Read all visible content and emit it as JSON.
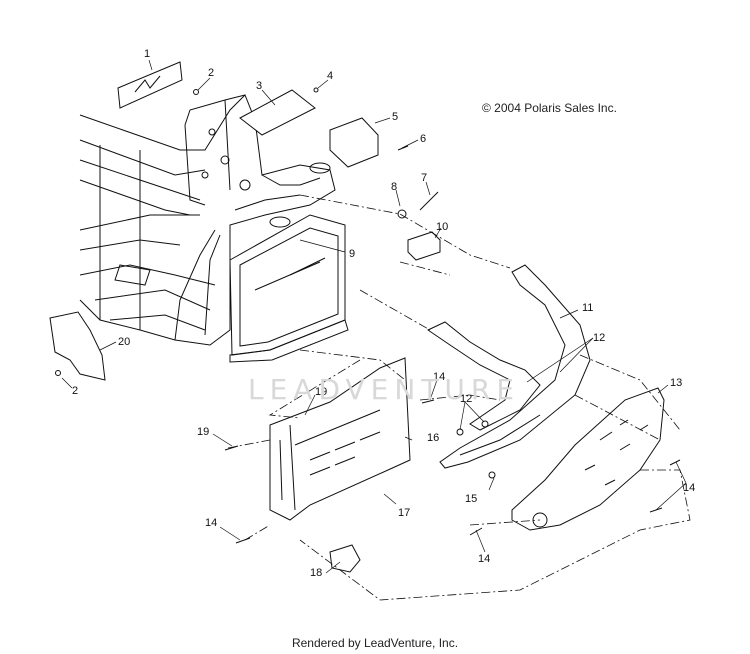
{
  "copyright": "© 2004 Polaris Sales Inc.",
  "footer": "Rendered by LeadVenture, Inc.",
  "watermark": "LEADVENTURE",
  "callouts": [
    {
      "label": "1"
    },
    {
      "label": "2"
    },
    {
      "label": "3"
    },
    {
      "label": "4"
    },
    {
      "label": "5"
    },
    {
      "label": "6"
    },
    {
      "label": "7"
    },
    {
      "label": "8"
    },
    {
      "label": "9"
    },
    {
      "label": "10"
    },
    {
      "label": "11"
    },
    {
      "label": "12"
    },
    {
      "label": "13"
    },
    {
      "label": "14"
    },
    {
      "label": "12"
    },
    {
      "label": "14"
    },
    {
      "label": "15"
    },
    {
      "label": "14"
    },
    {
      "label": "16"
    },
    {
      "label": "17"
    },
    {
      "label": "18"
    },
    {
      "label": "19"
    },
    {
      "label": "19"
    },
    {
      "label": "14"
    },
    {
      "label": "20"
    },
    {
      "label": "2"
    }
  ]
}
